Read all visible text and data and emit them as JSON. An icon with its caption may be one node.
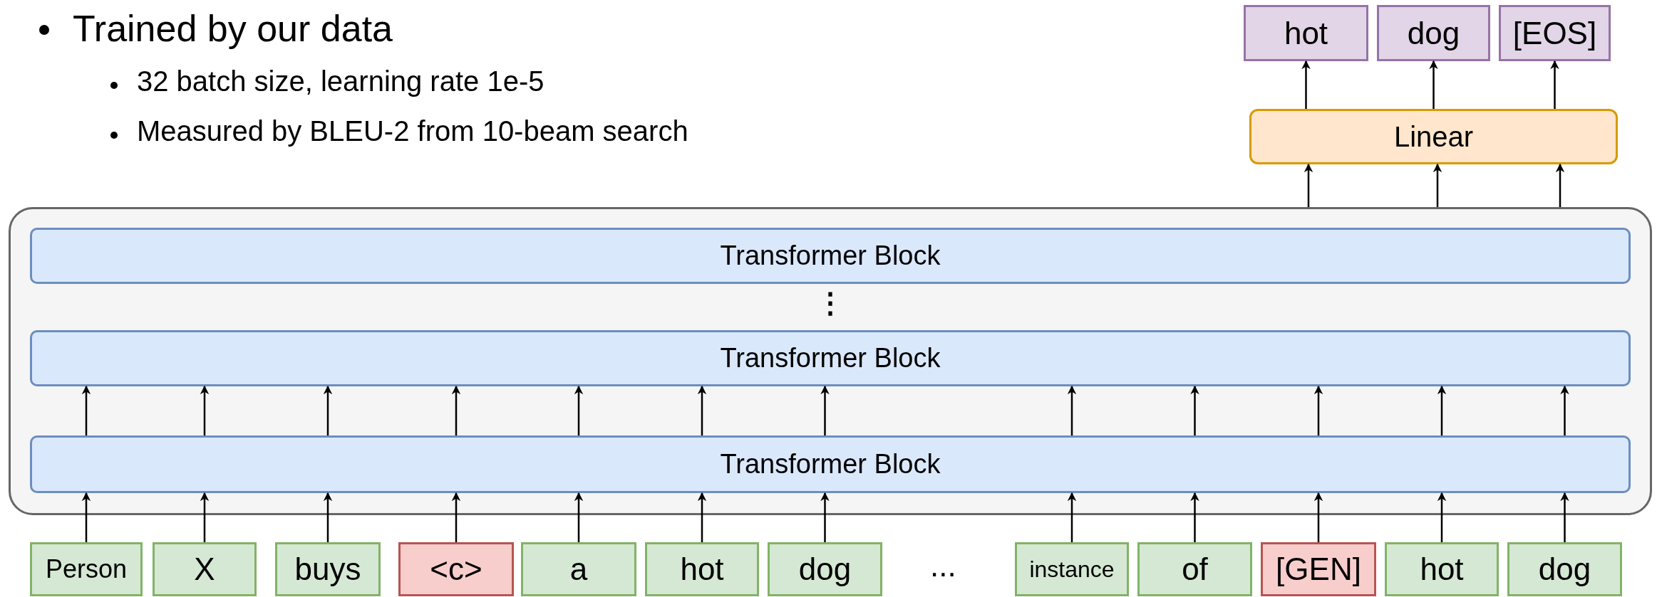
{
  "diagram": {
    "nodes": [
      {
        "text": [
          "hot"
        ]
      },
      {
        "text": [
          "dog"
        ]
      },
      {
        "text": [
          "[EOS]"
        ]
      },
      {
        "text": [
          "Linear"
        ]
      },
      {
        "text": [],
        "shape": "box"
      },
      {
        "text": [
          "Transformer Block"
        ],
        "in": 4
      },
      {
        "text": [
          "Transformer Block"
        ],
        "in": 4
      },
      {
        "text": [
          "Transformer Block"
        ],
        "in": 4
      },
      {
        "text": [
          "Person"
        ]
      },
      {
        "text": [
          "X"
        ]
      },
      {
        "text": [
          "buys"
        ]
      },
      {
        "text": [
          "<c>"
        ]
      },
      {
        "text": [
          "a"
        ]
      },
      {
        "text": [
          "hot"
        ]
      },
      {
        "text": [
          "dog"
        ]
      },
      {
        "text": [
          "instance"
        ]
      },
      {
        "text": [
          "of"
        ]
      },
      {
        "text": [
          "[GEN]"
        ]
      },
      {
        "text": [
          "hot"
        ]
      },
      {
        "text": [
          "dog"
        ]
      }
    ],
    "edges": [
      {
        "from": 8,
        "to": 7,
        "arrow": "to"
      },
      {
        "from": 9,
        "to": 7,
        "arrow": "to"
      },
      {
        "from": 10,
        "to": 7,
        "arrow": "to"
      },
      {
        "from": 11,
        "to": 7,
        "arrow": "to"
      },
      {
        "from": 12,
        "to": 7,
        "arrow": "to"
      },
      {
        "from": 13,
        "to": 7,
        "arrow": "to"
      },
      {
        "from": 14,
        "to": 7,
        "arrow": "to"
      },
      {
        "from": 15,
        "to": 7,
        "arrow": "to"
      },
      {
        "from": 16,
        "to": 7,
        "arrow": "to"
      },
      {
        "from": 17,
        "to": 7,
        "arrow": "to"
      },
      {
        "from": 18,
        "to": 7,
        "arrow": "to"
      },
      {
        "from": 19,
        "to": 7,
        "arrow": "to"
      },
      {
        "from": 7,
        "to": 6,
        "arrow": "to"
      },
      {
        "from": 7,
        "to": 6,
        "arrow": "to"
      },
      {
        "from": 7,
        "to": 6,
        "arrow": "to"
      },
      {
        "from": 7,
        "to": 6,
        "arrow": "to"
      },
      {
        "from": 7,
        "to": 6,
        "arrow": "to"
      },
      {
        "from": 7,
        "to": 6,
        "arrow": "to"
      },
      {
        "from": 7,
        "to": 6,
        "arrow": "to"
      },
      {
        "from": 7,
        "to": 6,
        "arrow": "to"
      },
      {
        "from": 7,
        "to": 6,
        "arrow": "to"
      },
      {
        "from": 7,
        "to": 6,
        "arrow": "to"
      },
      {
        "from": 7,
        "to": 6,
        "arrow": "to"
      },
      {
        "from": 7,
        "to": 6,
        "arrow": "to"
      },
      {
        "from": 4,
        "to": 3,
        "arrow": "to"
      },
      {
        "from": 4,
        "to": 3,
        "arrow": "to"
      },
      {
        "from": 4,
        "to": 3,
        "arrow": "to"
      },
      {
        "from": 3,
        "to": 0,
        "arrow": "to"
      },
      {
        "from": 3,
        "to": 1,
        "arrow": "to"
      },
      {
        "from": 3,
        "to": 2,
        "arrow": "to"
      }
    ],
    "labels": [
      "Trained by our data",
      "32 batch size, learning rate 1e-5",
      "Measured by BLEU-2 from 10-beam search",
      "⋮",
      "..."
    ]
  }
}
